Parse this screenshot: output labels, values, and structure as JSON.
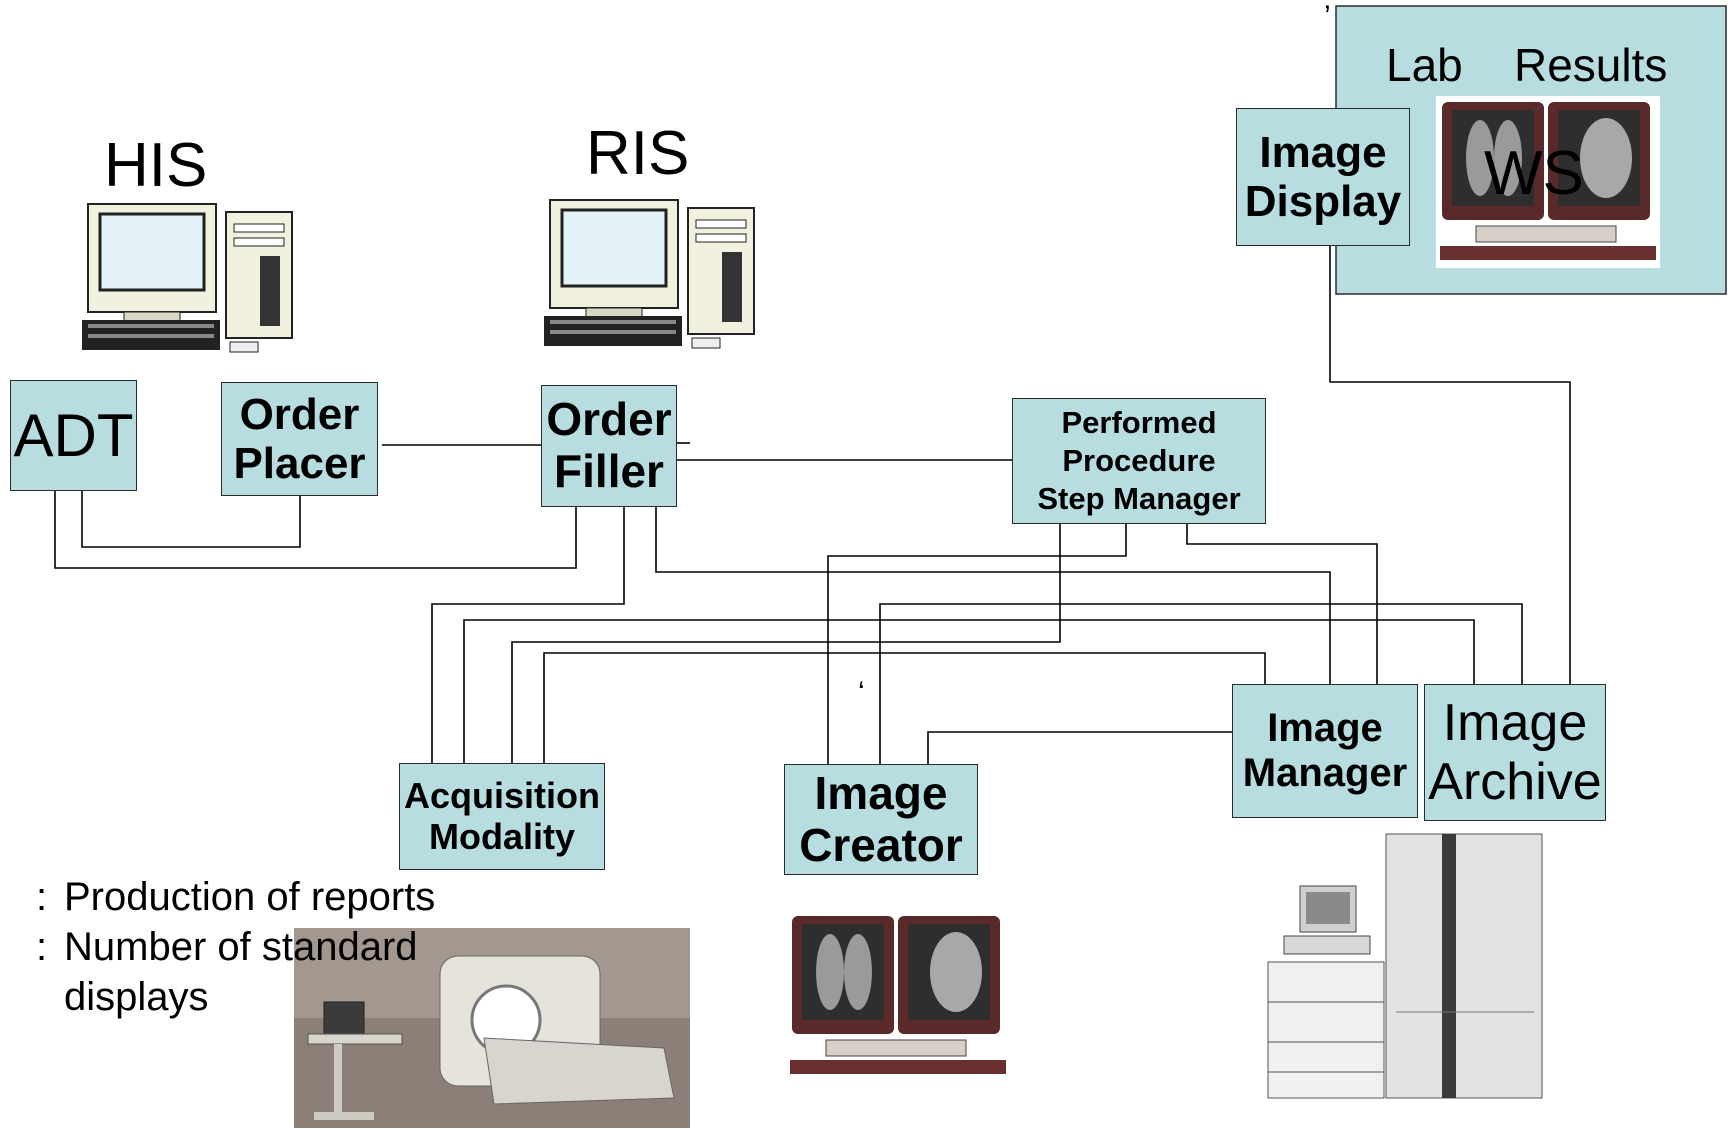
{
  "groups": {
    "his": "HIS",
    "ris": "RIS",
    "ws": "WS",
    "lab_results": [
      "Lab",
      "Results"
    ]
  },
  "actors": {
    "adt": [
      "ADT"
    ],
    "order_placer": [
      "Order",
      "Placer"
    ],
    "order_filler": [
      "Order",
      "Filler"
    ],
    "pps_manager": [
      "Performed",
      "Procedure",
      "Step Manager"
    ],
    "image_display": [
      "Image",
      "Display"
    ],
    "acquisition_modality": [
      "Acquisition",
      "Modality"
    ],
    "image_creator": [
      "Image",
      "Creator"
    ],
    "image_manager": [
      "Image",
      "Manager"
    ],
    "image_archive": [
      "Image",
      "Archive"
    ]
  },
  "notes": [
    {
      "marker": ":",
      "text": "Production of reports"
    },
    {
      "marker": ":",
      "text": "Number of standard"
    },
    {
      "marker": "",
      "text": "displays"
    }
  ],
  "stray_marks": {
    "mark1": "’",
    "mark2": "‘"
  },
  "colors": {
    "actor_fill": "#b7dde0",
    "line": "#000000"
  }
}
